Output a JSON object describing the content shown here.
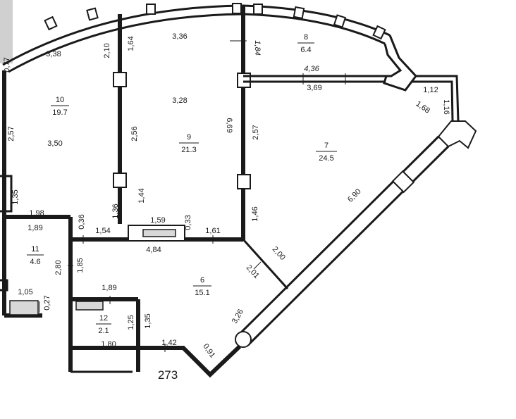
{
  "plan_label": "273",
  "rooms": [
    {
      "id": "room-10",
      "number": "10",
      "area": "19.7"
    },
    {
      "id": "room-9",
      "number": "9",
      "area": "21.3"
    },
    {
      "id": "room-8",
      "number": "8",
      "area": "6.4"
    },
    {
      "id": "room-7",
      "number": "7",
      "area": "24.5"
    },
    {
      "id": "room-11",
      "number": "11",
      "area": "4.6"
    },
    {
      "id": "room-6",
      "number": "6",
      "area": "15.1"
    },
    {
      "id": "room-12",
      "number": "12",
      "area": "2.1"
    }
  ],
  "dimensions": {
    "d_0_77": "0,77",
    "d_3_38": "3,38",
    "d_2_10": "2,10",
    "d_1_64": "1,64",
    "d_3_36": "3,36",
    "d_1_84": "1,84",
    "d_4_36": "4,36",
    "d_3_69": "3,69",
    "d_1_12": "1,12",
    "d_1_68": "1,68",
    "d_1_16": "1,16",
    "d_3_28": "3,28",
    "d_6_69": "6,69",
    "d_2_57_left": "2,57",
    "d_3_50": "3,50",
    "d_2_56": "2,56",
    "d_2_57_mid": "2,57",
    "d_1_35_left": "1,35",
    "d_1_44": "1,44",
    "d_1_36": "1,36",
    "d_1_98": "1,98",
    "d_0_36": "0,36",
    "d_1_89_top": "1,89",
    "d_1_54": "1,54",
    "d_1_59": "1,59",
    "d_0_33": "0,33",
    "d_1_61": "1,61",
    "d_1_46": "1,46",
    "d_6_90": "6,90",
    "d_4_84": "4,84",
    "d_2_80": "2,80",
    "d_1_85": "1,85",
    "d_2_00": "2,00",
    "d_2_01": "2,01",
    "d_1_05": "1,05",
    "d_0_27": "0,27",
    "d_1_89_bath": "1,89",
    "d_1_25": "1,25",
    "d_1_35_bath": "1,35",
    "d_3_26": "3,26",
    "d_1_80": "1,80",
    "d_1_42": "1,42",
    "d_0_91": "0,91"
  }
}
